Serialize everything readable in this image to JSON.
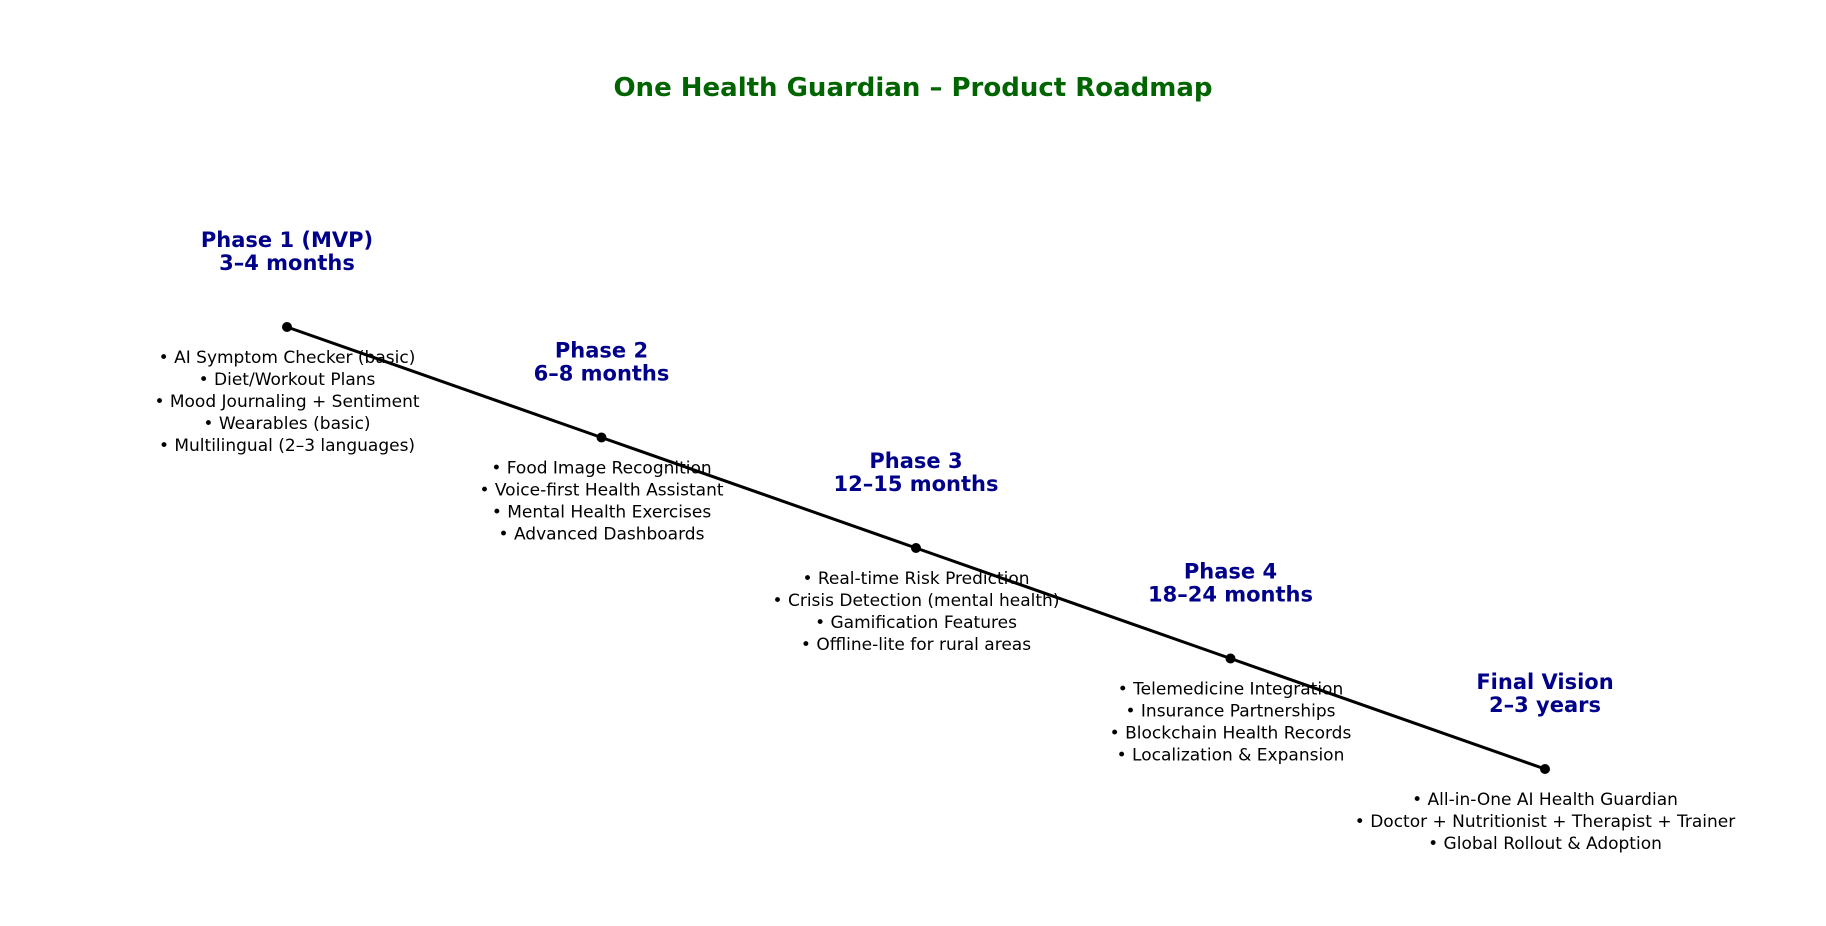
{
  "title": "One Health Guardian – Product Roadmap",
  "colors": {
    "title": "#006400",
    "phase": "#00008b",
    "line": "#000000",
    "text": "#000000"
  },
  "phases": [
    {
      "name": "Phase 1 (MVP)",
      "duration": "3–4 months",
      "items": [
        "• AI Symptom Checker (basic)",
        "• Diet/Workout Plans",
        "• Mood Journaling + Sentiment",
        "• Wearables (basic)",
        "• Multilingual (2–3 languages)"
      ]
    },
    {
      "name": "Phase 2",
      "duration": "6–8 months",
      "items": [
        "• Food Image Recognition",
        "• Voice-first Health Assistant",
        "• Mental Health Exercises",
        "• Advanced Dashboards"
      ]
    },
    {
      "name": "Phase 3",
      "duration": "12–15 months",
      "items": [
        "• Real-time Risk Prediction",
        "• Crisis Detection (mental health)",
        "• Gamification Features",
        "• Offline-lite for rural areas"
      ]
    },
    {
      "name": "Phase 4",
      "duration": "18–24 months",
      "items": [
        "• Telemedicine Integration",
        "• Insurance Partnerships",
        "• Blockchain Health Records",
        "• Localization & Expansion"
      ]
    },
    {
      "name": "Final Vision",
      "duration": "2–3 years",
      "items": [
        "• All-in-One AI Health Guardian",
        "• Doctor + Nutritionist + Therapist + Trainer",
        "• Global Rollout & Adoption"
      ]
    }
  ]
}
